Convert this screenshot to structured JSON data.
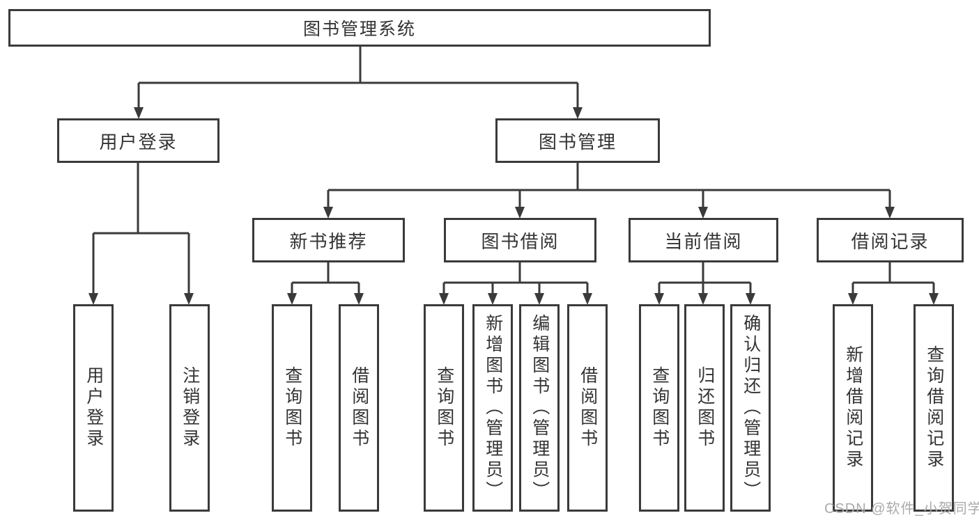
{
  "tree": {
    "root": "图书管理系统",
    "login": {
      "label": "用户登录",
      "leaves": [
        "用户登录",
        "注销登录"
      ]
    },
    "mgmt": {
      "label": "图书管理",
      "children": [
        {
          "label": "新书推荐",
          "leaves": [
            "查询图书",
            "借阅图书"
          ]
        },
        {
          "label": "图书借阅",
          "leaves": [
            "查询图书",
            "新增图书（管理员）",
            "编辑图书（管理员）",
            "借阅图书"
          ]
        },
        {
          "label": "当前借阅",
          "leaves": [
            "查询图书",
            "归还图书",
            "确认归还（管理员）"
          ]
        },
        {
          "label": "借阅记录",
          "leaves": [
            "新增借阅记录",
            "查询借阅记录"
          ]
        }
      ]
    }
  },
  "watermark": "CSDN @软件_小贺同学",
  "colors": {
    "line": "#3a3a3a",
    "text": "#333333",
    "watermark": "#aaaaaa",
    "background": "#ffffff"
  }
}
